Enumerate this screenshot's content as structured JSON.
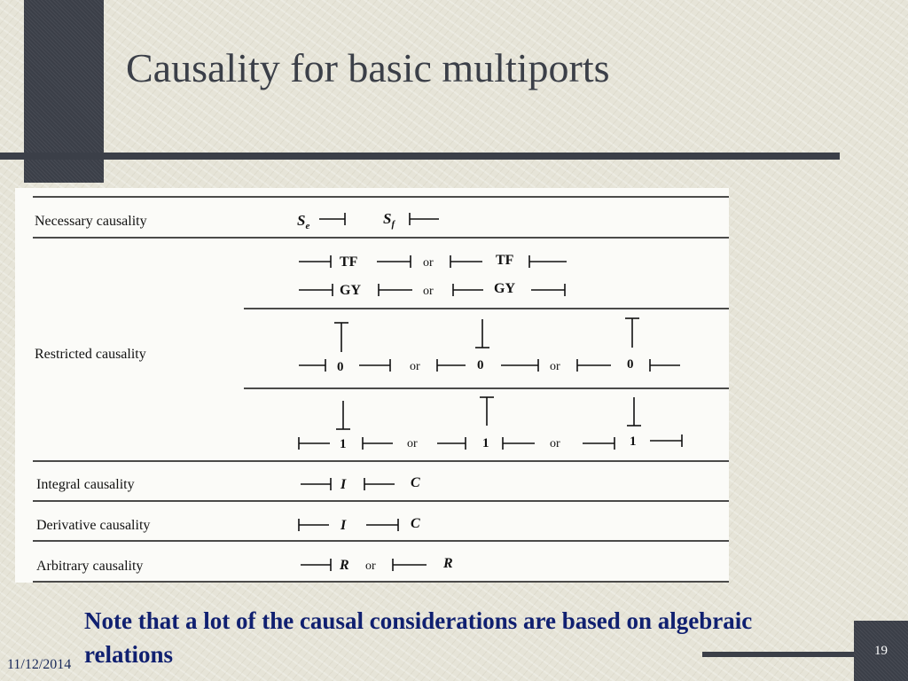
{
  "slide": {
    "title": "Causality for basic multiports",
    "note": "Note that a lot of the causal considerations are based on algebraic relations",
    "date": "11/12/2014",
    "page_number": "19"
  },
  "table": {
    "row_labels": {
      "necessary": "Necessary causality",
      "restricted": "Restricted causality",
      "integral": "Integral causality",
      "derivative": "Derivative causality",
      "arbitrary": "Arbitrary causality"
    },
    "necessary": {
      "se": "S",
      "se_sub": "e",
      "sf": "S",
      "sf_sub": "f"
    },
    "tf_row": {
      "elem1": "TF",
      "or": "or",
      "elem2": "TF"
    },
    "gy_row": {
      "elem1": "GY",
      "or": "or",
      "elem2": "GY"
    },
    "zero_row": {
      "e1": "0",
      "or1": "or",
      "e2": "0",
      "or2": "or",
      "e3": "0"
    },
    "one_row": {
      "e1": "1",
      "or1": "or",
      "e2": "1",
      "or2": "or",
      "e3": "1"
    },
    "integral": {
      "i": "I",
      "c": "C"
    },
    "derivative": {
      "i": "I",
      "c": "C"
    },
    "arbitrary": {
      "r1": "R",
      "or": "or",
      "r2": "R"
    }
  }
}
